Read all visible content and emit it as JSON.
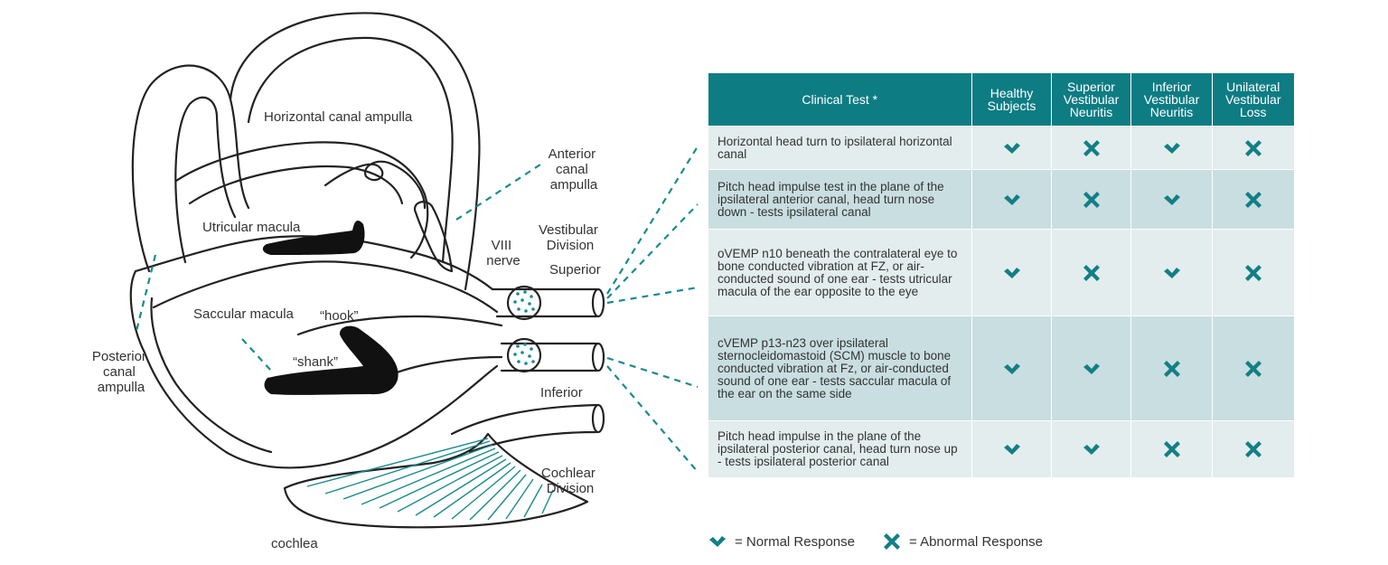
{
  "diagram": {
    "labels": {
      "horizontal_canal_ampulla": "Horizontal canal ampulla",
      "anterior_canal_ampulla": [
        "Anterior",
        "canal",
        "ampulla"
      ],
      "utricular_macula": "Utricular macula",
      "vestibular_division": [
        "Vestibular",
        "Division"
      ],
      "viii_nerve": [
        "VIII",
        "nerve"
      ],
      "superior": "Superior",
      "saccular_macula": "Saccular macula",
      "hook": "“hook”",
      "shank": "“shank”",
      "posterior_canal_ampulla": [
        "Posterior",
        "canal",
        "ampulla"
      ],
      "inferior": "Inferior",
      "cochlear_division": [
        "Cochlear",
        "Division"
      ],
      "cochlea": "cochlea"
    }
  },
  "table": {
    "headers": [
      "Clinical Test *",
      "Healthy Subjects",
      "Superior Vestibular Neuritis",
      "Inferior Vestibular Neuritis",
      "Unilateral Vestibular Loss"
    ],
    "rows": [
      {
        "test": "Horizontal head turn to ipsilateral horizontal canal",
        "results": [
          "normal",
          "abnormal",
          "normal",
          "abnormal"
        ]
      },
      {
        "test": "Pitch head impulse test in the plane of the ipsilateral anterior canal, head turn nose down - tests ipsilateral canal",
        "results": [
          "normal",
          "abnormal",
          "normal",
          "abnormal"
        ]
      },
      {
        "test": "oVEMP n10 beneath the contralateral eye to bone conducted vibration at FZ, or air-conducted sound of one ear - tests utricular macula of the ear opposite to the eye",
        "results": [
          "normal",
          "abnormal",
          "normal",
          "abnormal"
        ]
      },
      {
        "test": "cVEMP p13-n23 over ipsilateral sternocleidomastoid (SCM) muscle to bone conducted vibration at Fz, or air-conducted sound of one ear - tests saccular macula of the ear on the same side",
        "results": [
          "normal",
          "normal",
          "abnormal",
          "abnormal"
        ]
      },
      {
        "test": "Pitch head impulse in the plane of the ipsilateral posterior canal, head turn nose up - tests ipsilateral posterior canal",
        "results": [
          "normal",
          "normal",
          "abnormal",
          "abnormal"
        ]
      }
    ]
  },
  "legend": {
    "normal": "= Normal Response",
    "abnormal": "= Abnormal Response"
  },
  "colors": {
    "teal": "#0e7c83",
    "mark": "#127f86",
    "row_light": "#e3eded",
    "row_dark": "#c9dee0"
  },
  "icons": {
    "normal": "check-icon",
    "abnormal": "cross-icon"
  }
}
